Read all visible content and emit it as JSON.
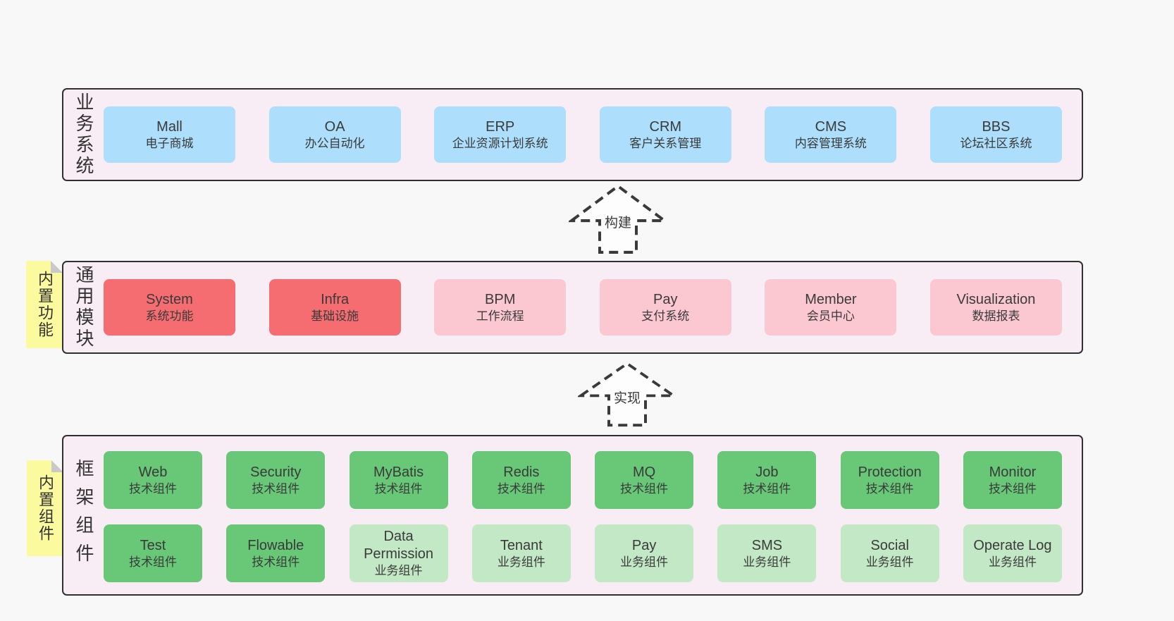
{
  "colors": {
    "page_bg": "#f8f8f8",
    "panel_bg": "#f8edf5",
    "panel_border": "#303030",
    "blue_box": "#addefb",
    "red_box": "#f56d71",
    "pink_box": "#fbc8d1",
    "green_box": "#68c878",
    "light_green_box": "#c3e8c5",
    "note_bg": "#fcfa9f",
    "text": "#3a3a3a"
  },
  "arrows": [
    {
      "label": "构建"
    },
    {
      "label": "实现"
    }
  ],
  "notes": [
    {
      "label": "内置功能"
    },
    {
      "label": "内置组件"
    }
  ],
  "layers": [
    {
      "label": "业务系统",
      "boxes": [
        {
          "name": "Mall",
          "subtitle": "电子商城"
        },
        {
          "name": "OA",
          "subtitle": "办公自动化"
        },
        {
          "name": "ERP",
          "subtitle": "企业资源计划系统"
        },
        {
          "name": "CRM",
          "subtitle": "客户关系管理"
        },
        {
          "name": "CMS",
          "subtitle": "内容管理系统"
        },
        {
          "name": "BBS",
          "subtitle": "论坛社区系统"
        }
      ]
    },
    {
      "label": "通用模块",
      "boxes": [
        {
          "name": "System",
          "subtitle": "系统功能"
        },
        {
          "name": "Infra",
          "subtitle": "基础设施"
        },
        {
          "name": "BPM",
          "subtitle": "工作流程"
        },
        {
          "name": "Pay",
          "subtitle": "支付系统"
        },
        {
          "name": "Member",
          "subtitle": "会员中心"
        },
        {
          "name": "Visualization",
          "subtitle": "数据报表"
        }
      ]
    },
    {
      "label": "框架组件",
      "rows": [
        [
          {
            "name": "Web",
            "subtitle": "技术组件"
          },
          {
            "name": "Security",
            "subtitle": "技术组件"
          },
          {
            "name": "MyBatis",
            "subtitle": "技术组件"
          },
          {
            "name": "Redis",
            "subtitle": "技术组件"
          },
          {
            "name": "MQ",
            "subtitle": "技术组件"
          },
          {
            "name": "Job",
            "subtitle": "技术组件"
          },
          {
            "name": "Protection",
            "subtitle": "技术组件"
          },
          {
            "name": "Monitor",
            "subtitle": "技术组件"
          }
        ],
        [
          {
            "name": "Test",
            "subtitle": "技术组件"
          },
          {
            "name": "Flowable",
            "subtitle": "技术组件"
          },
          {
            "name": "Data Permission",
            "subtitle": "业务组件"
          },
          {
            "name": "Tenant",
            "subtitle": "业务组件"
          },
          {
            "name": "Pay",
            "subtitle": "业务组件"
          },
          {
            "name": "SMS",
            "subtitle": "业务组件"
          },
          {
            "name": "Social",
            "subtitle": "业务组件"
          },
          {
            "name": "Operate Log",
            "subtitle": "业务组件"
          }
        ]
      ]
    }
  ]
}
